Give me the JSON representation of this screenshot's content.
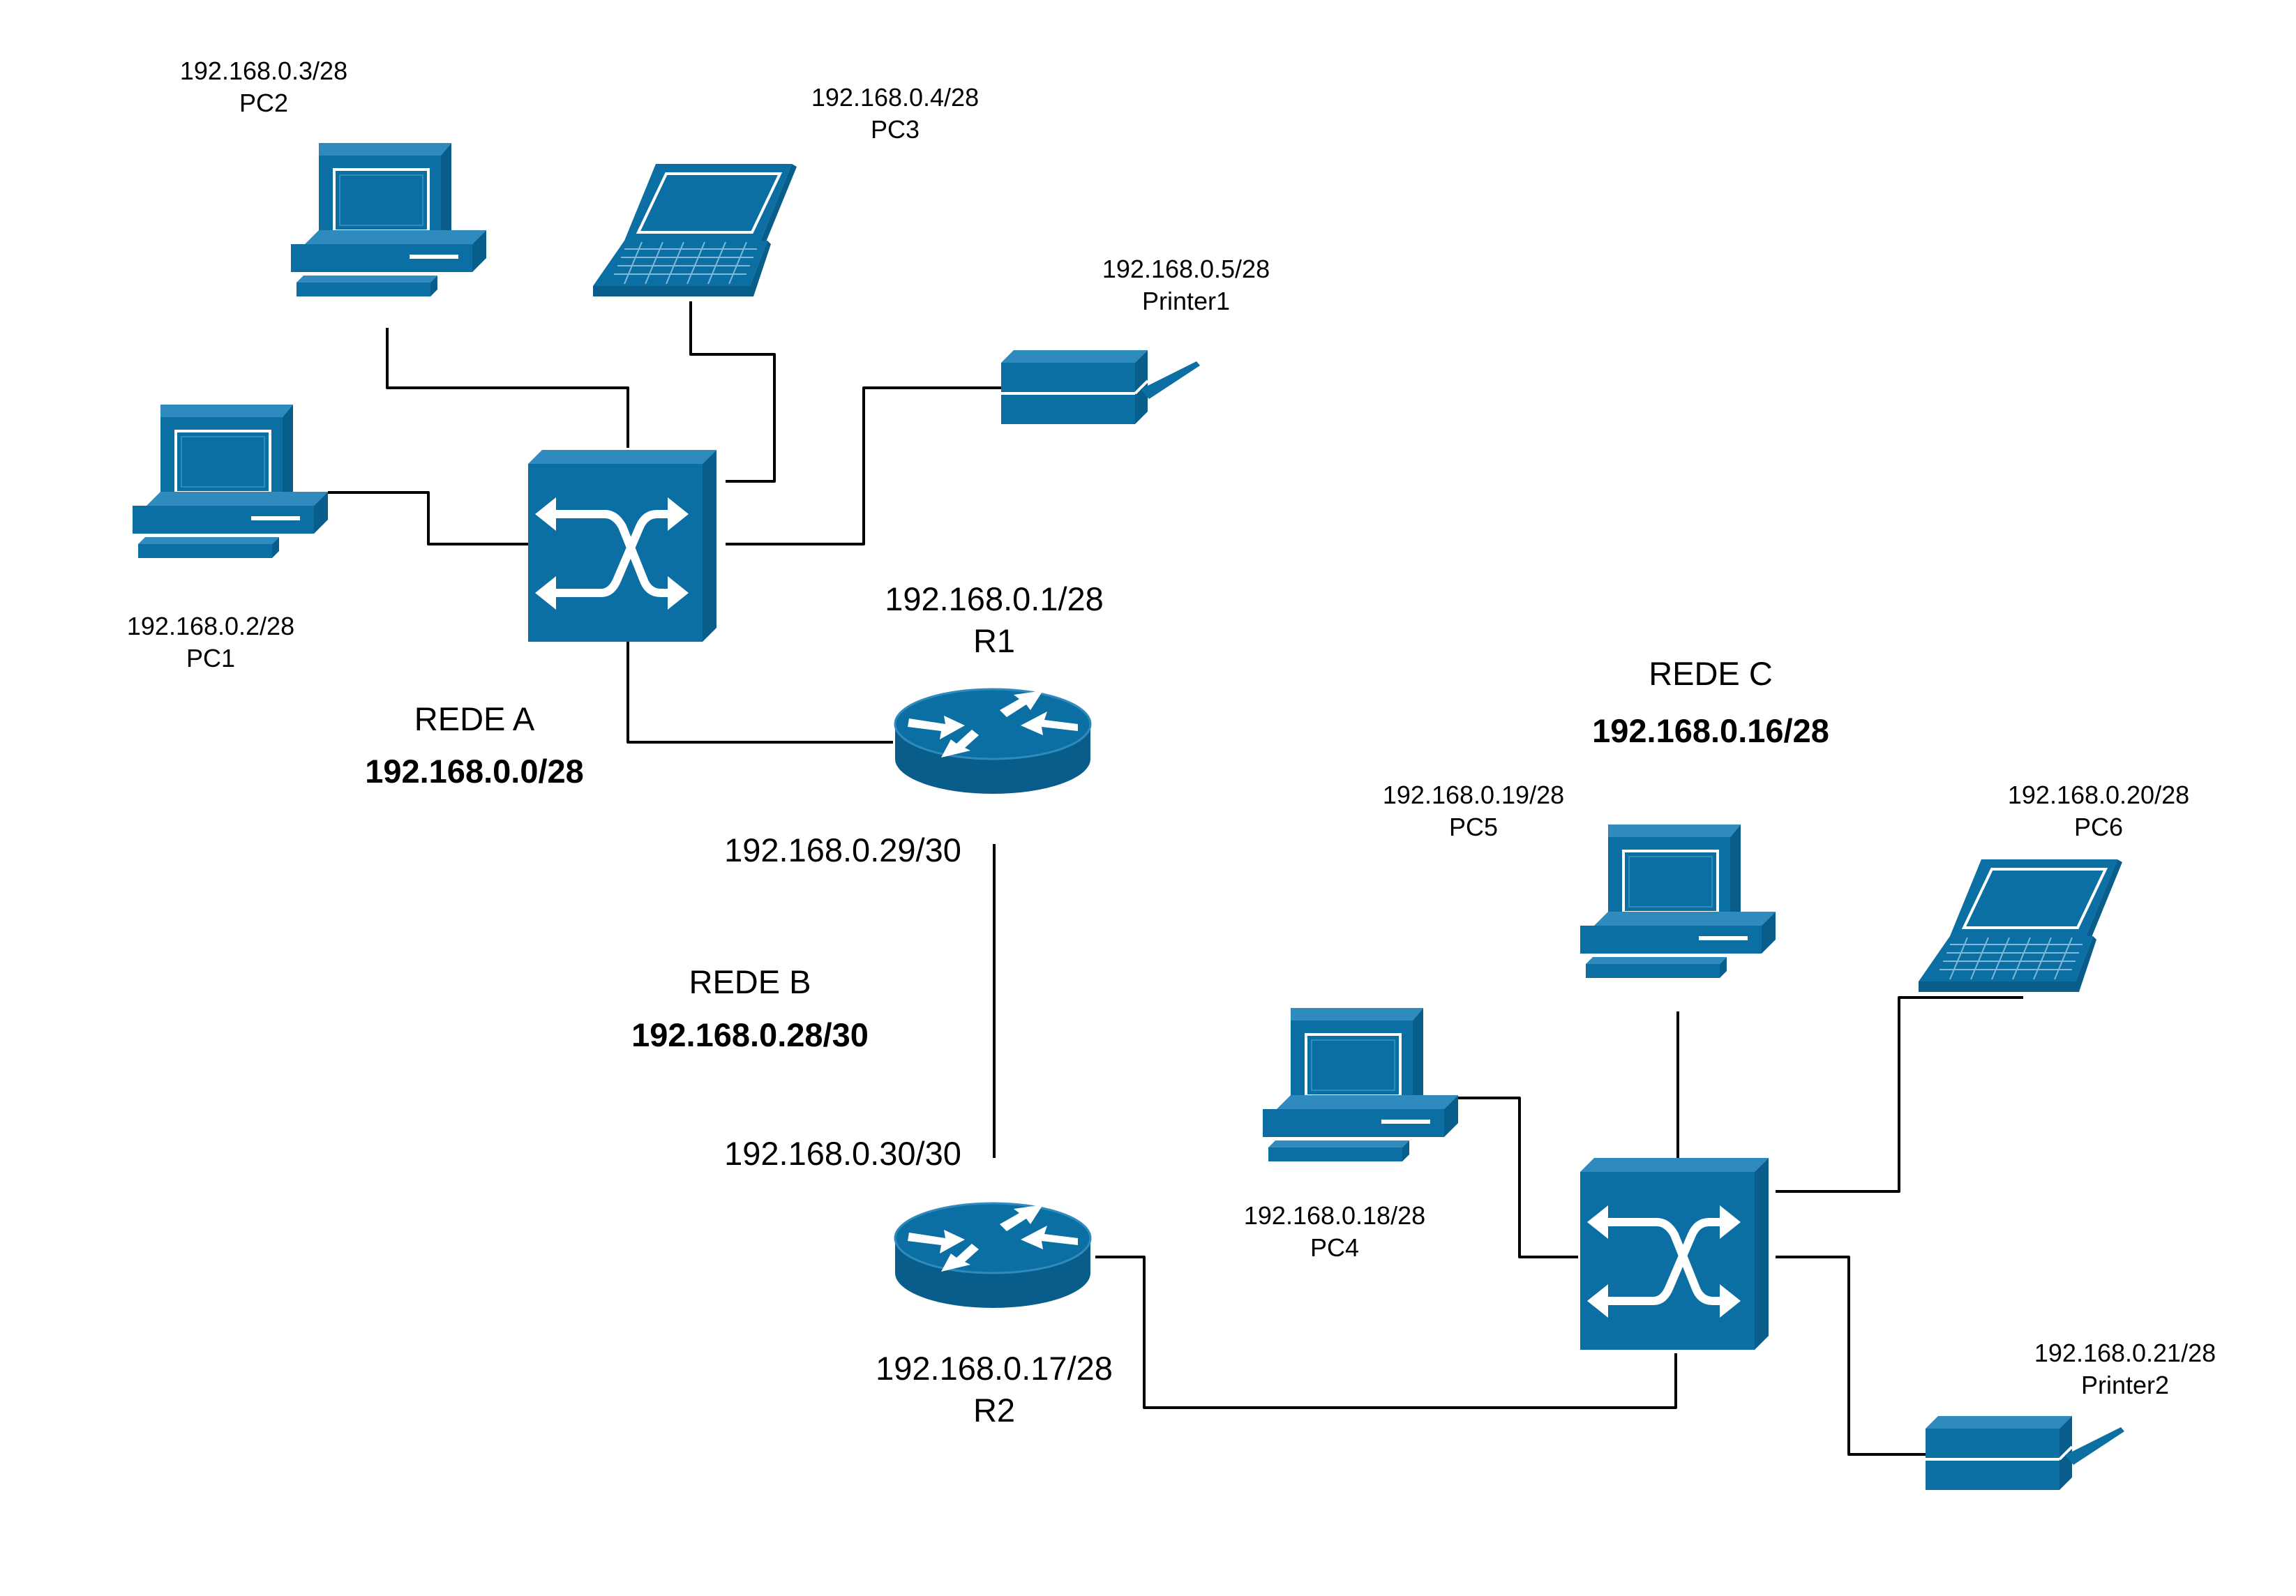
{
  "colors": {
    "device": "#0b6fa4",
    "device_dark": "#095d8a",
    "device_light": "#2f8bbd",
    "wire": "#000000"
  },
  "icons": {
    "desktop": "desktop-computer-icon",
    "laptop": "laptop-icon",
    "printer": "printer-icon",
    "switch": "switch-icon",
    "router": "router-icon"
  },
  "devices": {
    "pc1": {
      "ip": "192.168.0.2/28",
      "name": "PC1"
    },
    "pc2": {
      "ip": "192.168.0.3/28",
      "name": "PC2"
    },
    "pc3": {
      "ip": "192.168.0.4/28",
      "name": "PC3"
    },
    "printer1": {
      "ip": "192.168.0.5/28",
      "name": "Printer1"
    },
    "r1": {
      "ip": "192.168.0.1/28",
      "name": "R1",
      "wan_ip": "192.168.0.29/30"
    },
    "r2": {
      "ip": "192.168.0.17/28",
      "name": "R2",
      "wan_ip": "192.168.0.30/30"
    },
    "pc4": {
      "ip": "192.168.0.18/28",
      "name": "PC4"
    },
    "pc5": {
      "ip": "192.168.0.19/28",
      "name": "PC5"
    },
    "pc6": {
      "ip": "192.168.0.20/28",
      "name": "PC6"
    },
    "printer2": {
      "ip": "192.168.0.21/28",
      "name": "Printer2"
    }
  },
  "networks": {
    "a": {
      "name": "REDE A",
      "address": "192.168.0.0/28"
    },
    "b": {
      "name": "REDE B",
      "address": "192.168.0.28/30"
    },
    "c": {
      "name": "REDE C",
      "address": "192.168.0.16/28"
    }
  }
}
